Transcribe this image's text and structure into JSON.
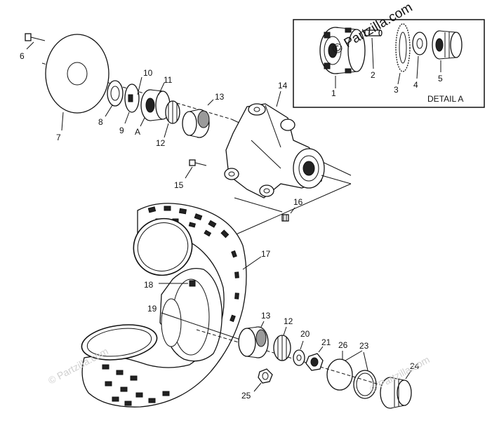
{
  "detail_box_label": "DETAIL A",
  "watermark": {
    "main": "© Partzilla.com",
    "faint_left": "© Partzilla.com",
    "faint_right": "© Partzilla.com"
  },
  "callouts": {
    "c1": "1",
    "c2": "2",
    "c3": "3",
    "c4": "4",
    "c5": "5",
    "c6": "6",
    "c7": "7",
    "c8": "8",
    "c9": "9",
    "c10": "10",
    "c11": "11",
    "c12": "12",
    "c13": "13",
    "c14": "14",
    "c15": "15",
    "c16": "16",
    "c17": "17",
    "c18": "18",
    "c19": "19",
    "c20": "20",
    "c21": "21",
    "c12b": "12",
    "c13b": "13",
    "c23": "23",
    "c24": "24",
    "c25": "25",
    "c26": "26",
    "cA": "A"
  }
}
